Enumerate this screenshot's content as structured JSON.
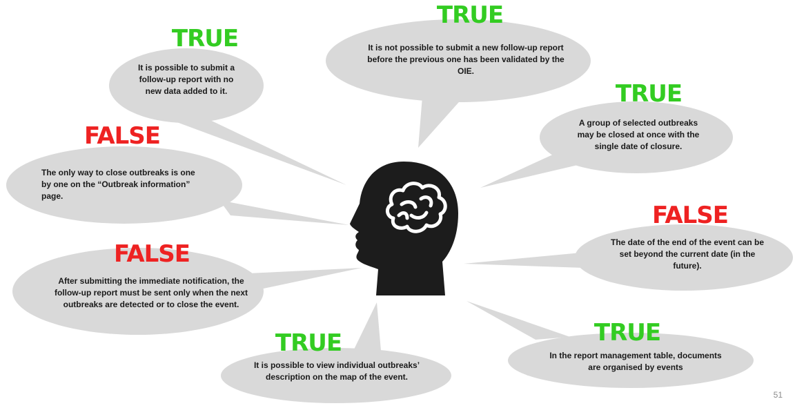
{
  "colors": {
    "true": "#33cc22",
    "false": "#ee2222",
    "bubble": "#d9d9d9",
    "head": "#1c1c1c"
  },
  "statements": [
    {
      "verdict": "TRUE",
      "text": "It is possible to submit a follow-up report with no new data added to it."
    },
    {
      "verdict": "TRUE",
      "text": "It is not possible to submit a new follow-up report before the previous one has been validated by the OIE."
    },
    {
      "verdict": "TRUE",
      "text": "A group of selected outbreaks may be closed at once with the single date of closure."
    },
    {
      "verdict": "FALSE",
      "text": "The only way to close outbreaks is one by one on the “Outbreak information” page."
    },
    {
      "verdict": "FALSE",
      "text": "The date of the end of the event can be set beyond the current date (in the future)."
    },
    {
      "verdict": "FALSE",
      "text": "After submitting the immediate notification, the follow-up report must be sent only when the next outbreaks are detected or to close the event."
    },
    {
      "verdict": "TRUE",
      "text": "It is possible to view individual outbreaks’ description on the map of the event."
    },
    {
      "verdict": "TRUE",
      "text": "In the report management table, documents are organised by events"
    }
  ],
  "page_number": "51"
}
